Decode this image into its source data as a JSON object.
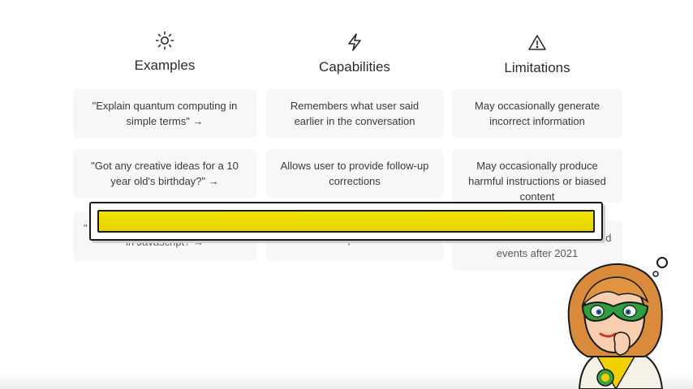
{
  "columns": [
    {
      "title": "Examples",
      "icon": "sun-icon",
      "cards": [
        "\"Explain quantum computing in simple terms\" →",
        "\"Got any creative ideas for a 10 year old's birthday?\" →",
        "in Javascript? →"
      ],
      "partial_prefix": "\""
    },
    {
      "title": "Capabilities",
      "icon": "lightning-icon",
      "cards": [
        "Remembers what user said earlier in the conversation",
        "Allows user to provide follow-up corrections",
        "requests"
      ]
    },
    {
      "title": "Limitations",
      "icon": "warning-icon",
      "cards": [
        "May occasionally generate incorrect information",
        "May occasionally produce harmful instructions or biased content",
        "events after 2021"
      ],
      "partial_suffix": "nd"
    }
  ],
  "progress": {
    "fraction": 1.0,
    "color": "#f2e200"
  },
  "mascot": {
    "icon": "superhero-mascot-icon"
  }
}
